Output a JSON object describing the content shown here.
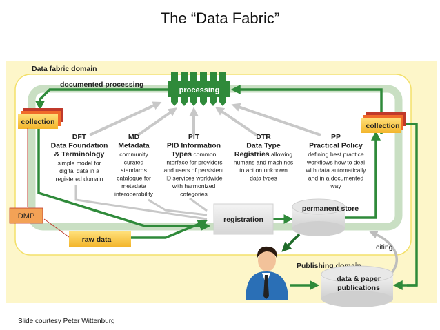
{
  "slide": {
    "title": "The “Data Fabric”",
    "courtesy": "Slide courtesy Peter Wittenburg"
  },
  "diagram": {
    "domain_label": "Data fabric domain",
    "documented_processing": "documented processing",
    "processing": "processing",
    "collection_left": "collection",
    "collection_right": "collection",
    "registration": "registration",
    "permanent_store": "permanent store",
    "raw_data": "raw data",
    "dmp": "DMP",
    "citing": "citing",
    "publishing_domain": "Publishing domain",
    "publications": [
      "data & paper",
      "publications"
    ],
    "components": [
      {
        "abbr": "DFT",
        "name": [
          "Data Foundation",
          "& Terminology"
        ],
        "desc": [
          "simple model for",
          "digital data in a",
          "registered domain"
        ]
      },
      {
        "abbr": "MD",
        "name": [
          "Metadata"
        ],
        "desc": [
          "community",
          "curated",
          "standards",
          "catalogue for",
          "metadata",
          "interoperability"
        ]
      },
      {
        "abbr": "PIT",
        "name": [
          "PID Information"
        ],
        "name_inline": "Types",
        "desc_first": " common",
        "desc": [
          "interface for providers",
          "and users of persistent",
          "ID services worldwide",
          "with harmonized",
          "categories"
        ]
      },
      {
        "abbr": "DTR",
        "name": [
          "Data Type"
        ],
        "name_inline": "Registries",
        "desc_first": " allowing",
        "desc": [
          "humans and machines",
          "to act on unknown",
          "data types"
        ]
      },
      {
        "abbr": "PP",
        "name": [
          "Practical Policy"
        ],
        "desc": [
          "defining best practice",
          "workflows how to deal",
          "with data automatically",
          "and in a documented",
          "way"
        ]
      }
    ]
  },
  "colors": {
    "outer_bg": "#fdf6c9",
    "outer_border": "#f3e06a",
    "inner_bg": "#ffffff",
    "band": "#c9dfc3",
    "green": "#2f8a3a",
    "dark_green": "#1f6b2a",
    "gray_arrow": "#c8c8c8",
    "orange": "#f2b32a"
  }
}
